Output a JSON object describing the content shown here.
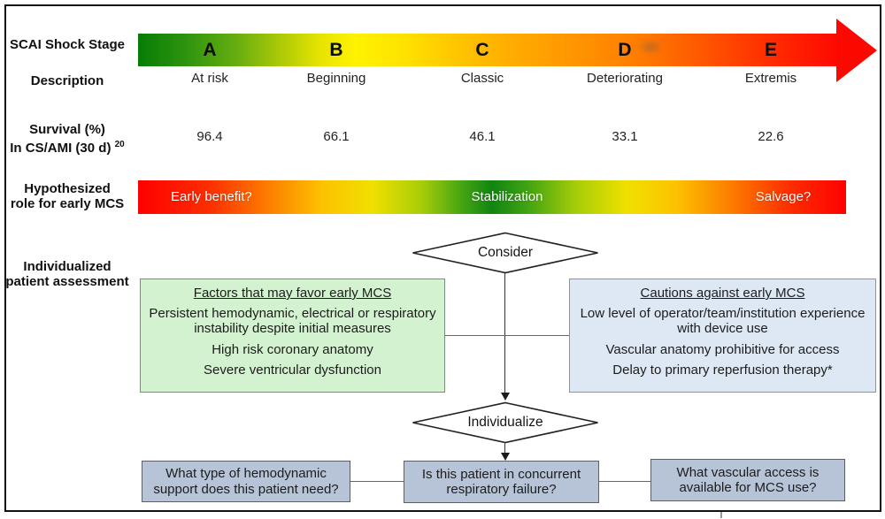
{
  "figure": {
    "row_labels": {
      "stage": "SCAI Shock Stage",
      "description": "Description",
      "survival_line1": "Survival (%)",
      "survival_line2": "In CS/AMI (30 d)",
      "survival_sup": "20",
      "mcs_line1": "Hypothesized",
      "mcs_line2": "role for early MCS",
      "assessment_line1": "Individualized",
      "assessment_line2": "patient assessment"
    },
    "stages": [
      {
        "letter": "A",
        "description": "At risk",
        "survival": "96.4"
      },
      {
        "letter": "B",
        "description": "Beginning",
        "survival": "66.1"
      },
      {
        "letter": "C",
        "description": "Classic",
        "survival": "46.1"
      },
      {
        "letter": "D",
        "description": "Deteriorating",
        "survival": "33.1"
      },
      {
        "letter": "E",
        "description": "Extremis",
        "survival": "22.6"
      }
    ],
    "mcs_bar": {
      "left": "Early benefit?",
      "center": "Stabilization",
      "right": "Salvage?"
    },
    "flow": {
      "consider": "Consider",
      "individualize": "Individualize",
      "favor_box": {
        "title": "Factors that may favor early MCS",
        "items": [
          "Persistent hemodynamic, electrical or respiratory instability despite initial measures",
          "High risk coronary anatomy",
          "Severe ventricular dysfunction"
        ]
      },
      "caution_box": {
        "title": "Cautions against early MCS",
        "items": [
          "Low level of operator/team/institution experience with device use",
          "Vascular anatomy prohibitive for access",
          "Delay to primary reperfusion therapy*"
        ]
      },
      "questions": [
        "What type of hemodynamic support does this patient need?",
        "Is this patient in concurrent respiratory failure?",
        "What vascular access is available for MCS use?"
      ]
    }
  },
  "colors": {
    "arrow_gradient_start": "#067c06",
    "arrow_gradient_mid": "#ffe200",
    "arrow_gradient_end": "#fe0a00",
    "mcs_bar_red": "#fe0000",
    "mcs_bar_green": "#118511",
    "favor_box_bg": "#d3f2cf",
    "caution_box_bg": "#dde8f4",
    "question_box_bg": "#b7c4d8",
    "frame_border": "#111111"
  }
}
